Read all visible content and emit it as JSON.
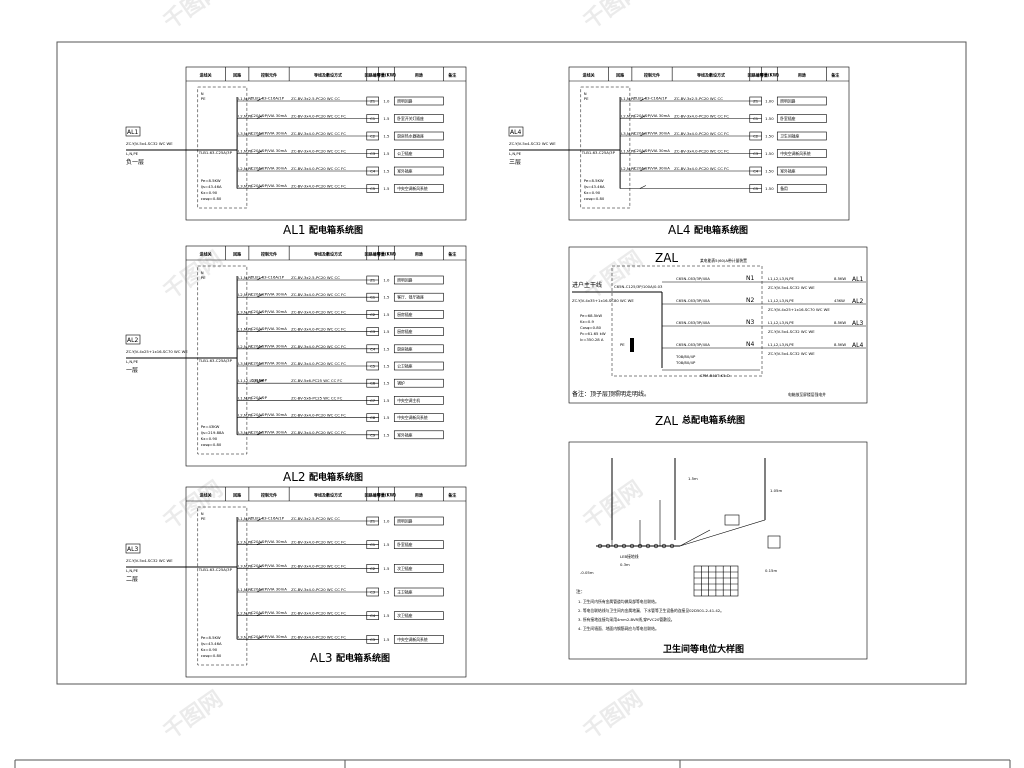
{
  "watermark": "千图网",
  "table_headers": [
    "进线关",
    "回路",
    "控制元件",
    "导线及敷设方式",
    "回路编号",
    "容量(KW)",
    "用途",
    "备注"
  ],
  "al1": {
    "tag": "AL1",
    "incoming_cable": "ZC-YJV-5x4-SC32 WC WE",
    "incoming_phase": "L,N,PE",
    "floor": "负一层",
    "main_breaker": "TLB1-63-C25A/3P",
    "np": [
      "N",
      "PE"
    ],
    "pe": "Pe=8.5KW",
    "ijs": "Ijs=43.46A",
    "kx": "Kx=0.90",
    "cos": "cosφ=0.80",
    "caption_code": "AL1",
    "caption_text": "配电箱系统图",
    "circuits": [
      {
        "phase": "L1,N,PE",
        "breaker": "TLB1-63-C16A/1P",
        "wire": "ZC-BV-3x2.5-PC20 WC CC",
        "no": "Z1",
        "kw": "1.0",
        "use": "照明回路"
      },
      {
        "phase": "L2,N,PE",
        "breaker": "C20A/2P/VIA 30mA",
        "wire": "ZC-BV-3x4.0-PC20 WC CC FC",
        "no": "C1",
        "kw": "1.5",
        "use": "卧室开关灯插座"
      },
      {
        "phase": "L3,N,PE",
        "breaker": "C20A/2P/VIA 30mA",
        "wire": "ZC-BV-3x4.0-PC20 WC CC FC",
        "no": "C2",
        "kw": "1.5",
        "use": "厨房热水器插座"
      },
      {
        "phase": "L1,N,PE",
        "breaker": "C20A/2P/VIA 30mA",
        "wire": "ZC-BV-3x4.0-PC20 WC CC FC",
        "no": "C3",
        "kw": "1.5",
        "use": "公卫插座"
      },
      {
        "phase": "L2,N,PE",
        "breaker": "C20A/2P/VIA 30mA",
        "wire": "ZC-BV-3x4.0-PC20 WC CC FC",
        "no": "C4",
        "kw": "1.5",
        "use": "室外插座"
      },
      {
        "phase": "L3,N,PE",
        "breaker": "C20A/2P/VIA 30mA",
        "wire": "ZC-BV-3x4.0-PC20 WC CC FC",
        "no": "C5",
        "kw": "1.5",
        "use": "中央空调新风系统"
      }
    ]
  },
  "al2": {
    "tag": "AL2",
    "incoming_cable": "ZC-YJV-4x25+1x16-SC70 WC WE",
    "incoming_phase": "L,N,PE",
    "floor": "一层",
    "main_breaker": "TLB1-63-C25A/3P",
    "np": [
      "N",
      "PE"
    ],
    "pe": "Pe=43KW",
    "ijs": "Ijs=219.88A",
    "kx": "Kx=0.90",
    "cos": "cosφ=0.80",
    "caption_code": "AL2",
    "caption_text": "配电箱系统图",
    "circuits": [
      {
        "phase": "L1,N,PE",
        "breaker": "TLB1-63-C16A/1P",
        "wire": "ZC-BV-3x2.5-PC20 WC CC",
        "no": "Z1",
        "kw": "1.0",
        "use": "照明回路"
      },
      {
        "phase": "L2,N,PE",
        "breaker": "C20A/2P/VIA 30mA",
        "wire": "ZC-BV-3x4.0-PC20 WC CC FC",
        "no": "C1",
        "kw": "1.5",
        "use": "客厅、餐厅插座"
      },
      {
        "phase": "L3,N,PE",
        "breaker": "C20A/2P/VIA 30mA",
        "wire": "ZC-BV-3x4.0-PC20 WC CC FC",
        "no": "C2",
        "kw": "1.5",
        "use": "厨房插座"
      },
      {
        "phase": "L1,N,PE",
        "breaker": "C20A/2P/VIA 30mA",
        "wire": "ZC-BV-3x4.0-PC20 WC CC FC",
        "no": "C3",
        "kw": "1.5",
        "use": "厨房插座"
      },
      {
        "phase": "L2,N,PE",
        "breaker": "C20A/2P/VIA 30mA",
        "wire": "ZC-BV-3x4.0-PC20 WC CC FC",
        "no": "C4",
        "kw": "1.5",
        "use": "厨房插座"
      },
      {
        "phase": "L3,N,PE",
        "breaker": "C20A/2P/VIA 30mA",
        "wire": "ZC-BV-3x4.0-PC20 WC CC FC",
        "no": "C5",
        "kw": "1.5",
        "use": "公卫插座"
      },
      {
        "phase": "L1,L2,L3,N,PE",
        "breaker": "C32A/4P",
        "wire": "ZC-BV-5x6-PC25 WC CC FC",
        "no": "C6",
        "kw": "1.5",
        "use": "锅炉"
      },
      {
        "phase": "L1,N,PE",
        "breaker": "C20A/2P",
        "wire": "ZC-BV-5x6-PC25 WC CC FC",
        "no": "C7",
        "kw": "1.5",
        "use": "中央空调主机"
      },
      {
        "phase": "L2,N,PE",
        "breaker": "C20A/2P/VIA 30mA",
        "wire": "ZC-BV-3x4.0-PC20 WC CC FC",
        "no": "C8",
        "kw": "1.5",
        "use": "中央空调新风系统"
      },
      {
        "phase": "L3,N,PE",
        "breaker": "C20A/2P/VIA 30mA",
        "wire": "ZC-BV-3x4.0-PC20 WC CC FC",
        "no": "C9",
        "kw": "1.5",
        "use": "室外插座"
      }
    ]
  },
  "al3": {
    "tag": "AL3",
    "incoming_cable": "ZC-YJV-5x4-SC32 WC WE",
    "incoming_phase": "L,N,PE",
    "floor": "二层",
    "main_breaker": "TLB1-63-C25A/3P",
    "np": [
      "N",
      "PE"
    ],
    "pe": "Pe=8.5KW",
    "ijs": "Ijs=43.46A",
    "kx": "Kx=0.90",
    "cos": "cosφ=0.80",
    "caption_code": "AL3",
    "caption_text": "配电箱系统图",
    "circuits": [
      {
        "phase": "L1,N,PE",
        "breaker": "TLB1-63-C16A/1P",
        "wire": "ZC-BV-3x2.5-PC20 WC CC",
        "no": "Z1",
        "kw": "1.0",
        "use": "照明回路"
      },
      {
        "phase": "L2,N,PE",
        "breaker": "C20A/2P/VIA 30mA",
        "wire": "ZC-BV-3x4.0-PC20 WC CC FC",
        "no": "C1",
        "kw": "1.5",
        "use": "卧室插座"
      },
      {
        "phase": "L3,N,PE",
        "breaker": "C20A/2P/VIA 30mA",
        "wire": "ZC-BV-3x4.0-PC20 WC CC FC",
        "no": "C2",
        "kw": "1.5",
        "use": "次卫插座"
      },
      {
        "phase": "L1,N,PE",
        "breaker": "C20A/2P/VIA 30mA",
        "wire": "ZC-BV-3x4.0-PC20 WC CC FC",
        "no": "C3",
        "kw": "1.5",
        "use": "主卫插座"
      },
      {
        "phase": "L2,N,PE",
        "breaker": "C20A/2P/VIA 30mA",
        "wire": "ZC-BV-3x4.0-PC20 WC CC FC",
        "no": "C4",
        "kw": "1.5",
        "use": "次卫插座"
      },
      {
        "phase": "L3,N,PE",
        "breaker": "C20A/2P/VIA 30mA",
        "wire": "ZC-BV-3x4.0-PC20 WC CC FC",
        "no": "C5",
        "kw": "1.5",
        "use": "中央空调新风系统"
      }
    ]
  },
  "al4": {
    "tag": "AL4",
    "incoming_cable": "ZC-YJV-5x4-SC32 WC WE",
    "incoming_phase": "L,N,PE",
    "floor": "三层",
    "main_breaker": "TLB1-63-C25A/3P",
    "np": [
      "N",
      "PE"
    ],
    "pe": "Pe=8.5KW",
    "ijs": "Ijs=43.46A",
    "kx": "Kx=0.90",
    "cos": "cosφ=0.80",
    "caption_code": "AL4",
    "caption_text": "配电箱系统图",
    "circuits": [
      {
        "phase": "L1,N,PE",
        "breaker": "TLB1-63-C16A/1P",
        "wire": "ZC-BV-3x2.5-PC20 WC CC",
        "no": "Z1",
        "kw": "1.00",
        "use": "照明回路"
      },
      {
        "phase": "L2,N,PE",
        "breaker": "C20A/2P/VIA 30mA",
        "wire": "ZC-BV-3x4.0-PC20 WC CC FC",
        "no": "C1",
        "kw": "1.50",
        "use": "卧室插座"
      },
      {
        "phase": "L3,N,PE",
        "breaker": "C20A/2P/VIA 30mA",
        "wire": "ZC-BV-3x4.0-PC20 WC CC FC",
        "no": "C2",
        "kw": "1.50",
        "use": "卫生间插座"
      },
      {
        "phase": "L1,N,PE",
        "breaker": "C20A/2P/VIA 30mA",
        "wire": "ZC-BV-3x4.0-PC20 WC CC FC",
        "no": "C3",
        "kw": "1.50",
        "use": "中央空调新风系统"
      },
      {
        "phase": "L2,N,PE",
        "breaker": "C20A/2P/VIA 30mA",
        "wire": "ZC-BV-3x4.0-PC20 WC CC FC",
        "no": "C4",
        "kw": "1.50",
        "use": "室外插座"
      },
      {
        "phase": "",
        "breaker": "",
        "wire": "",
        "no": "C5",
        "kw": "1.50",
        "use": "备用"
      }
    ]
  },
  "zal": {
    "title": "ZAL",
    "meter_note": "某电能表5(60)A带计量装置",
    "incoming_label": "进户主干线",
    "incoming_cable": "ZC-YJV-4x35+1x16-SC80 WC WE",
    "incoming_breaker": "C65N-C125/3P/100A/0.03",
    "pe": "Pe=68.5kW",
    "kx": "Kx=0.9",
    "cos": "Cosφ=0.80",
    "pc": "Pc=61.65 kW",
    "ic": "Ic=350.28 A",
    "pe_bar": "PE",
    "outputs": [
      {
        "breaker": "C65N-C63/3P/40A",
        "n": "N1",
        "phase": "L1,L2,L3,N,PE",
        "cable": "ZC-YJV-5x4-SC32 WC WE",
        "kw": "8.5KW",
        "to": "AL1"
      },
      {
        "breaker": "C65N-C63/3P/40A",
        "n": "N2",
        "phase": "L1,L2,L3,N,PE",
        "cable": "ZC-YJV-4x25+1x16-SC70 WC WE",
        "kw": "43KW",
        "to": "AL2"
      },
      {
        "breaker": "C65N-C63/3P/40A",
        "n": "N3",
        "phase": "L1,L2,L3,N,PE",
        "cable": "ZC-YJV-5x4-SC32 WC WE",
        "kw": "8.5KW",
        "to": "AL3"
      },
      {
        "breaker": "C65N-C63/3P/40A",
        "n": "N4",
        "phase": "L1,L2,L3,N,PE",
        "cable": "ZC-YJV-5x4-SC32 WC WE",
        "kw": "8.5KW",
        "to": "AL4"
      }
    ],
    "spd": "T08/80/4P",
    "spd2": "T08/80/4P",
    "spd_breaker": "CPM-R40T K5 D",
    "note": "备注：顶子层顶照明走明线。",
    "note_right": "电箱放至屏楼层强电井",
    "caption_code": "ZAL",
    "caption_text": "总配电箱系统图"
  },
  "bath": {
    "labels": {
      "ldb": "LEB接地线",
      "ldb_val": "0.3m",
      "h1": "1.5m",
      "h2": "1.05m",
      "h3": "0.15m",
      "h4": "-0.05m",
      "h5": "1.5m"
    },
    "notes_title": "注：",
    "notes": [
      "1. 卫生间内所有金属管道均做局部等电位联结。",
      "2. 等电位联结线与卫生间内金属地漏、下水管等卫生设备的连接见02D501-2-41.42。",
      "3. 所有接地连接均采用4mm2-BVR线,穿PVC20管敷设。",
      "4. 卫生间墙面、地面内钢筋网应与等电位联结。"
    ],
    "caption": "卫生间等电位大样图"
  }
}
